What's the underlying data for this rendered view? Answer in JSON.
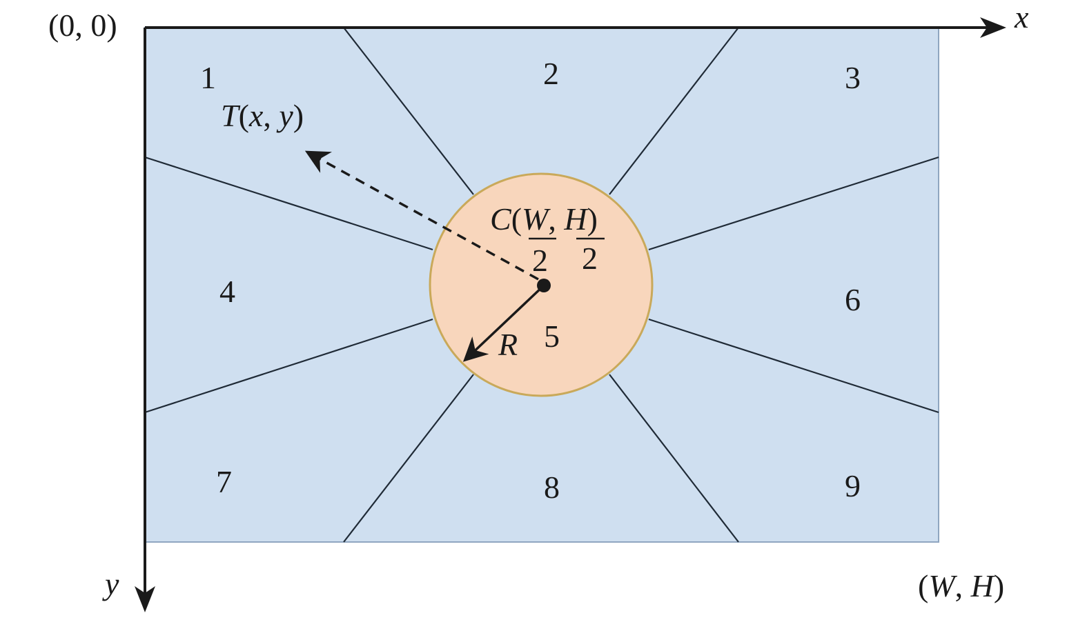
{
  "origin_label": "(0, 0)",
  "corner_label": "(W, H)",
  "axes": {
    "x_label": "x",
    "y_label": "y"
  },
  "center_label": {
    "prefix": "C(",
    "w": "W",
    "comma": ", ",
    "h": "H",
    "suffix": ")",
    "denominator": "2"
  },
  "target_label": "T(x, y)",
  "radius_label": "R",
  "region_labels": [
    "1",
    "2",
    "3",
    "4",
    "5",
    "6",
    "7",
    "8",
    "9"
  ],
  "colors": {
    "background_region": "#cfdff0",
    "center_circle": "#f8d6bc",
    "circle_border": "#c9a95a",
    "lines": "#1f2a36",
    "axis": "#1a1a1a"
  }
}
